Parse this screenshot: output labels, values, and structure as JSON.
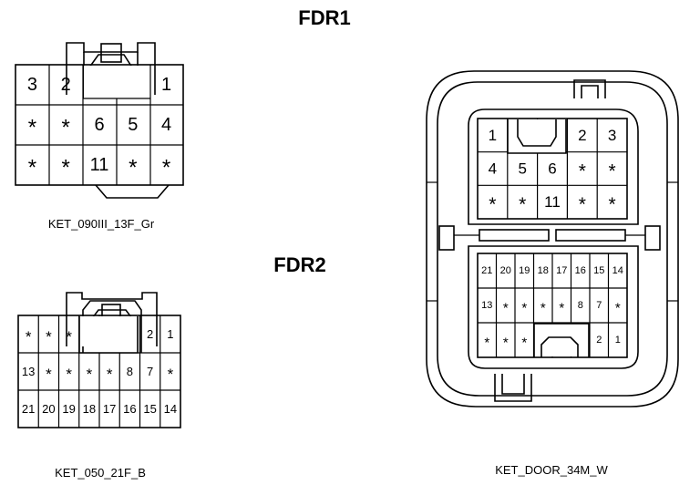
{
  "titles": {
    "fdr1": "FDR1",
    "fdr2": "FDR2"
  },
  "connector_13f": {
    "name": "KET_090III_13F_Gr",
    "grid": [
      [
        "3",
        "2",
        "",
        "",
        "1"
      ],
      [
        "*",
        "*",
        "6",
        "5",
        "4"
      ],
      [
        "*",
        "*",
        "11",
        "*",
        "*"
      ]
    ]
  },
  "connector_21f": {
    "name": "KET_050_21F_B",
    "grid": [
      [
        "*",
        "*",
        "*",
        "",
        "",
        "",
        "2",
        "1"
      ],
      [
        "13",
        "*",
        "*",
        "*",
        "*",
        "8",
        "7",
        "*"
      ],
      [
        "21",
        "20",
        "19",
        "18",
        "17",
        "16",
        "15",
        "14"
      ]
    ]
  },
  "connector_34m": {
    "name": "KET_DOOR_34M_W",
    "upper": [
      [
        "1",
        "",
        "",
        "2",
        "3"
      ],
      [
        "4",
        "5",
        "6",
        "*",
        "*"
      ],
      [
        "*",
        "*",
        "11",
        "*",
        "*"
      ]
    ],
    "lower": [
      [
        "21",
        "20",
        "19",
        "18",
        "17",
        "16",
        "15",
        "14"
      ],
      [
        "13",
        "*",
        "*",
        "*",
        "*",
        "8",
        "7",
        "*"
      ],
      [
        "*",
        "*",
        "*",
        "",
        "",
        "",
        "2",
        "1"
      ]
    ]
  }
}
